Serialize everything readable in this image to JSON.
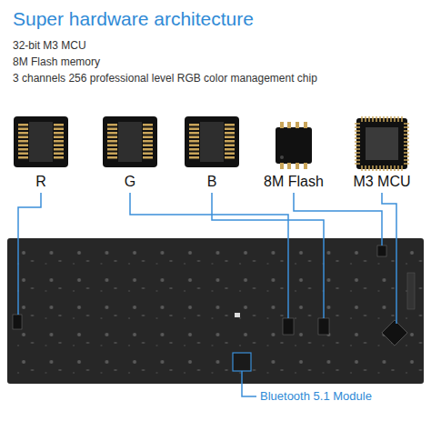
{
  "diagram": {
    "title": "Super hardware architecture",
    "labels": [
      "32-bit M3 MCU",
      "8M Flash memory",
      "3 channels 256 professional level RGB color management chip",
      "R",
      "G",
      "B",
      "8M Flash",
      "M3 MCU",
      "Bluetooth 5.1 Module"
    ]
  }
}
